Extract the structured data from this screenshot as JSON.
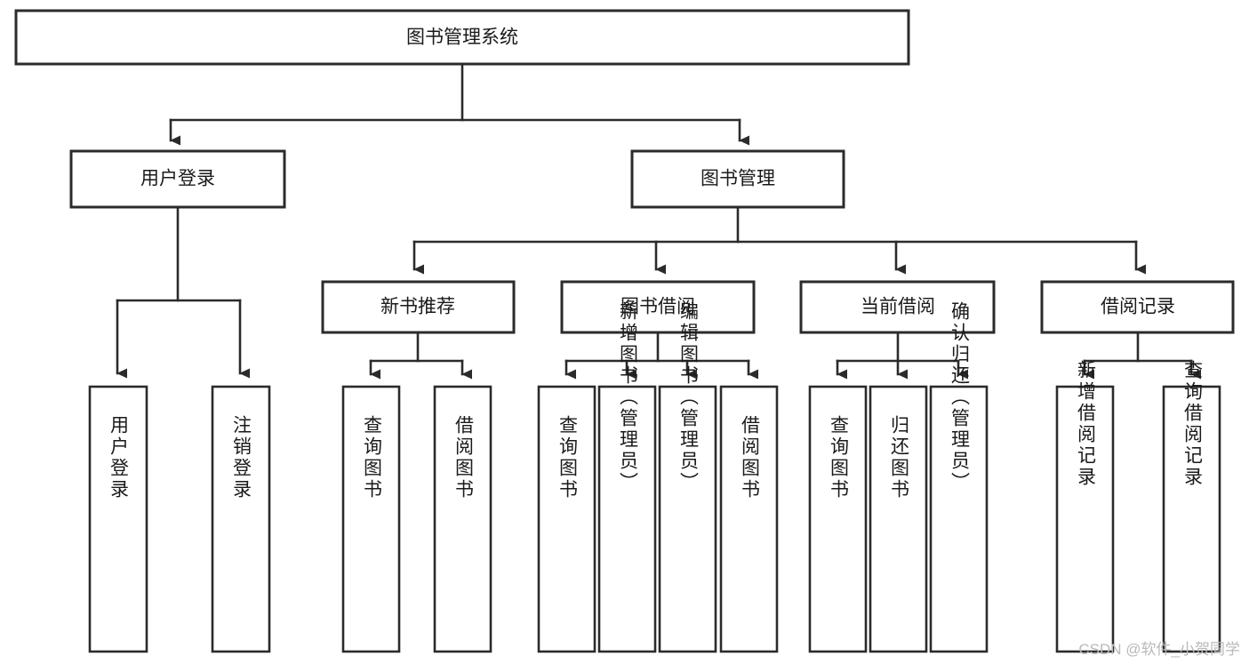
{
  "diagram": {
    "title": "图书管理系统",
    "type": "tree",
    "orientation": "top-down",
    "colors": {
      "box_stroke": "#2b2b2b",
      "box_fill": "#ffffff",
      "line": "#2b2b2b",
      "text": "#1a1a1a",
      "background": "#ffffff",
      "watermark": "#b9b9b9"
    },
    "root": {
      "id": "root",
      "label": "图书管理系统"
    },
    "level2": [
      {
        "id": "user-login",
        "label": "用户登录"
      },
      {
        "id": "book-manage",
        "label": "图书管理"
      }
    ],
    "level3": [
      {
        "id": "new-book-recommend",
        "label": "新书推荐",
        "parent": "book-manage"
      },
      {
        "id": "book-borrow",
        "label": "图书借阅",
        "parent": "book-manage"
      },
      {
        "id": "current-borrow",
        "label": "当前借阅",
        "parent": "book-manage"
      },
      {
        "id": "borrow-record",
        "label": "借阅记录",
        "parent": "book-manage"
      }
    ],
    "leaves": [
      {
        "id": "leaf-user-login",
        "label": "用户登录",
        "parent": "user-login"
      },
      {
        "id": "leaf-user-logout",
        "label": "注销登录",
        "parent": "user-login"
      },
      {
        "id": "leaf-query-book-1",
        "label": "查询图书",
        "parent": "new-book-recommend"
      },
      {
        "id": "leaf-borrow-book-1",
        "label": "借阅图书",
        "parent": "new-book-recommend"
      },
      {
        "id": "leaf-query-book-2",
        "label": "查询图书",
        "parent": "book-borrow"
      },
      {
        "id": "leaf-add-book",
        "label": "新增图书（管理员）",
        "parent": "book-borrow"
      },
      {
        "id": "leaf-edit-book",
        "label": "编辑图书（管理员）",
        "parent": "book-borrow"
      },
      {
        "id": "leaf-borrow-book-2",
        "label": "借阅图书",
        "parent": "book-borrow"
      },
      {
        "id": "leaf-query-book-3",
        "label": "查询图书",
        "parent": "current-borrow"
      },
      {
        "id": "leaf-return-book",
        "label": "归还图书",
        "parent": "current-borrow"
      },
      {
        "id": "leaf-confirm-return",
        "label": "确认归还（管理员）",
        "parent": "current-borrow"
      },
      {
        "id": "leaf-add-record",
        "label": "新增借阅记录",
        "parent": "borrow-record"
      },
      {
        "id": "leaf-query-record",
        "label": "查询借阅记录",
        "parent": "borrow-record"
      }
    ],
    "watermark": "CSDN @软件_小贺同学"
  }
}
